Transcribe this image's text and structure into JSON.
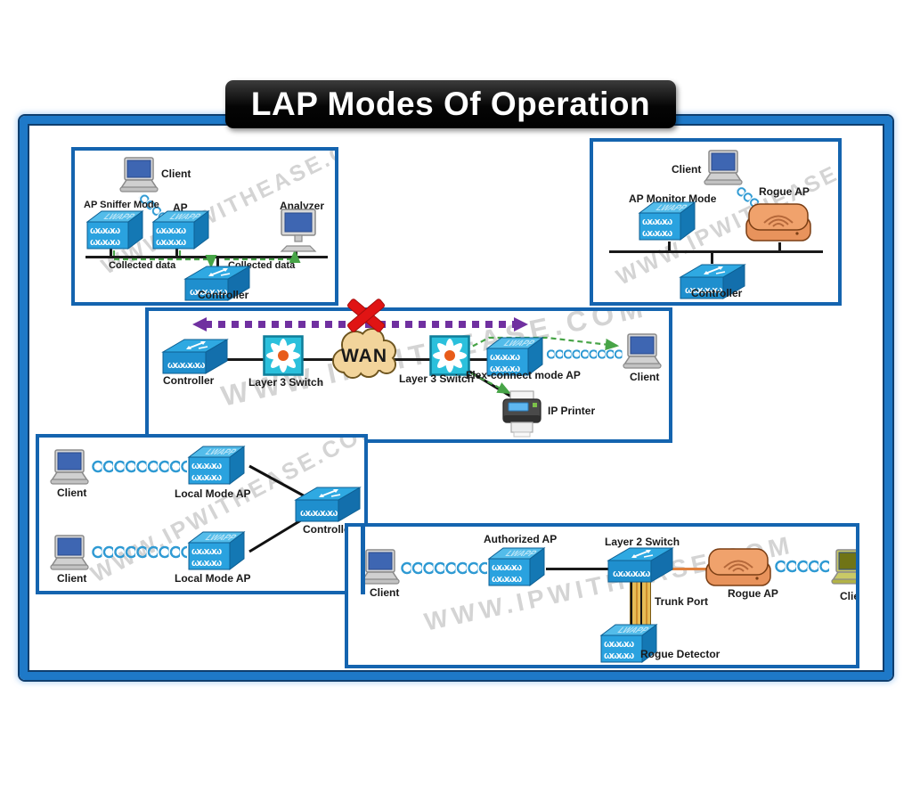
{
  "title": "LAP Modes Of Operation",
  "watermark": "WWW.IPWITHEASE.COM",
  "device_text": {
    "lwapp": "LWAPP",
    "coil": "ωωωω",
    "coil_wide": "ωωωωω"
  },
  "colors": {
    "frame_blue": "#1E79C8",
    "panel_border": "#1464AF",
    "device_blue": "#2AA2DF",
    "switch_cyan": "#2BC0DC",
    "switch_dot": "#E85C1A",
    "rogue_orange": "#EC9660",
    "wan_tan": "#F2D49B",
    "arrow_purple": "#7030A0",
    "arrow_green": "#47A447",
    "x_red": "#E01414",
    "trunk_gold": "#E6BC55",
    "wireless_blue": "#2F9AD3"
  },
  "sniffer": {
    "client": "Client",
    "mode": "AP Sniffer Mode",
    "ap": "AP",
    "analyzer": "Analyzer",
    "collected1": "Collected data",
    "collected2": "Collected data",
    "controller": "Controller"
  },
  "monitor": {
    "client": "Client",
    "mode": "AP Monitor Mode",
    "rogue": "Rogue AP",
    "controller": "Controller"
  },
  "flex": {
    "controller": "Controller",
    "l3a": "Layer 3 Switch",
    "wan": "WAN",
    "l3b": "Layer 3 Switch",
    "ap": "Flex-connect mode AP",
    "client": "Client",
    "printer": "IP Printer"
  },
  "local": {
    "client1": "Client",
    "ap1": "Local Mode AP",
    "client2": "Client",
    "ap2": "Local Mode AP",
    "controller": "Controller"
  },
  "rogue": {
    "client1": "Client",
    "ap": "Authorized AP",
    "l2": "Layer 2 Switch",
    "rogueap": "Rogue AP",
    "client2": "Client",
    "trunk": "Trunk Port",
    "detector": "Rogue Detector"
  }
}
